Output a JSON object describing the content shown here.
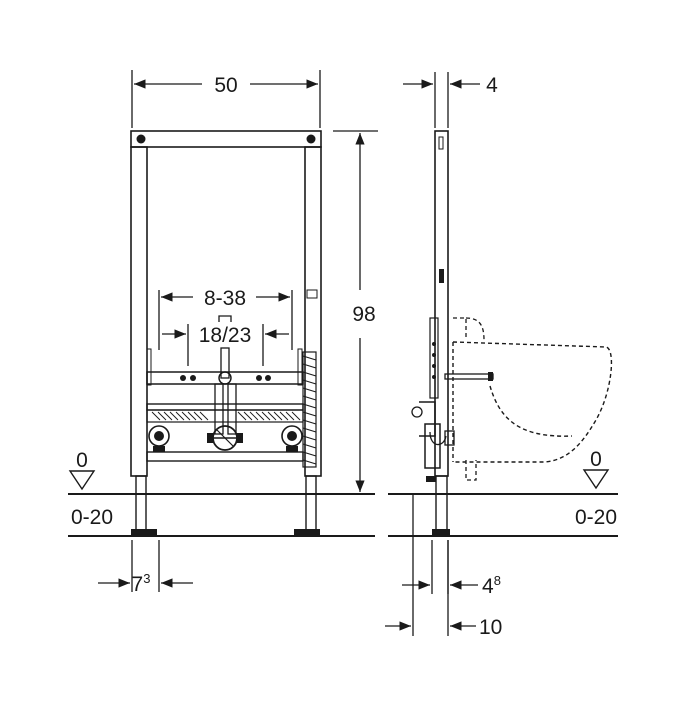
{
  "dimensions": {
    "width": "50",
    "depth_frame": "4",
    "height": "98",
    "fixing_range": "8-38",
    "inlet_spacing": "18/23",
    "floor_zero_left": "0",
    "floor_zero_right": "0",
    "floor_range_left": "0-20",
    "floor_range_right": "0-20",
    "foot_offset_base": "7",
    "foot_offset_sup": "3",
    "foot_depth_base": "4",
    "foot_depth_sup": "8",
    "wall_distance": "10"
  }
}
